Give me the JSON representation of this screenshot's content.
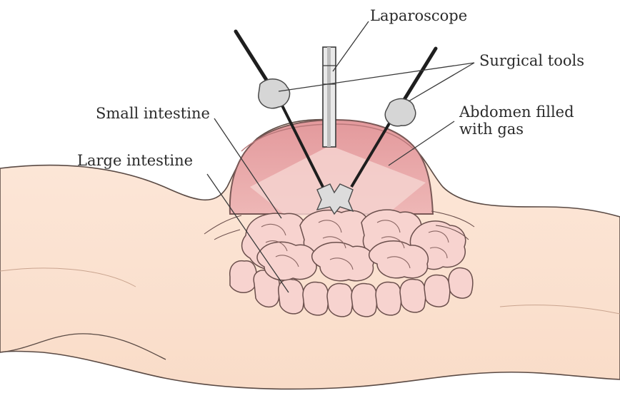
{
  "labels": {
    "laparoscope": "Laparoscope",
    "surgical_tools": "Surgical tools",
    "small_intestine": "Small intestine",
    "abdomen_line1": "Abdomen filled",
    "abdomen_line2": "with gas",
    "large_intestine": "Large intestine"
  },
  "colors": {
    "skin": "#fbe4d4",
    "skin_outline": "#5a4a44",
    "gas_dome": "#e6a0a3",
    "gas_dome_light": "#f3cccb",
    "intestine": "#f7d3cf",
    "intestine_outline": "#6b4f4c",
    "tool_shaft": "#1e1e1e",
    "tool_body": "#d9d9d9",
    "leader_line": "#3a3a3a"
  }
}
